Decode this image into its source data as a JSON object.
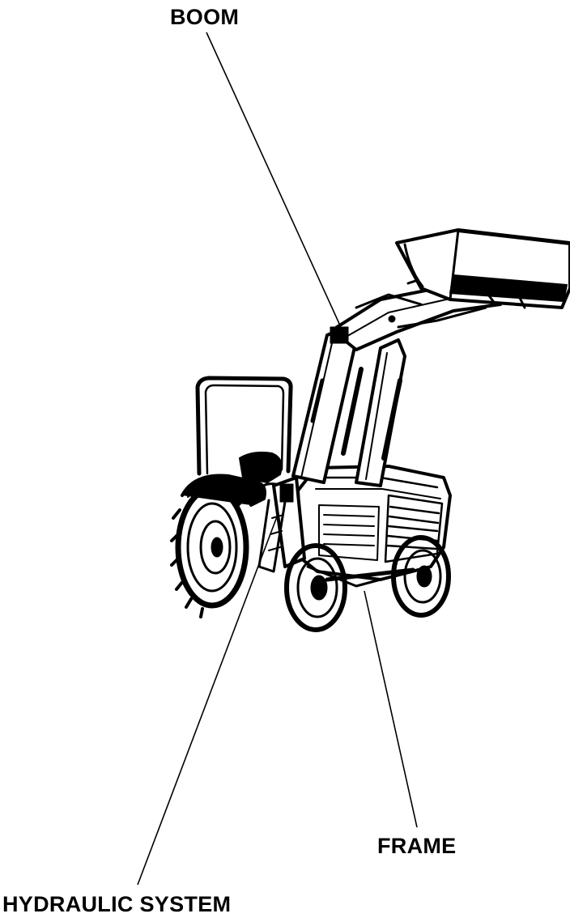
{
  "labels": {
    "boom": "BOOM",
    "frame": "FRAME",
    "hydraulic_system": "HYDRAULIC SYSTEM"
  },
  "colors": {
    "ink": "#000000",
    "paper": "#ffffff"
  }
}
